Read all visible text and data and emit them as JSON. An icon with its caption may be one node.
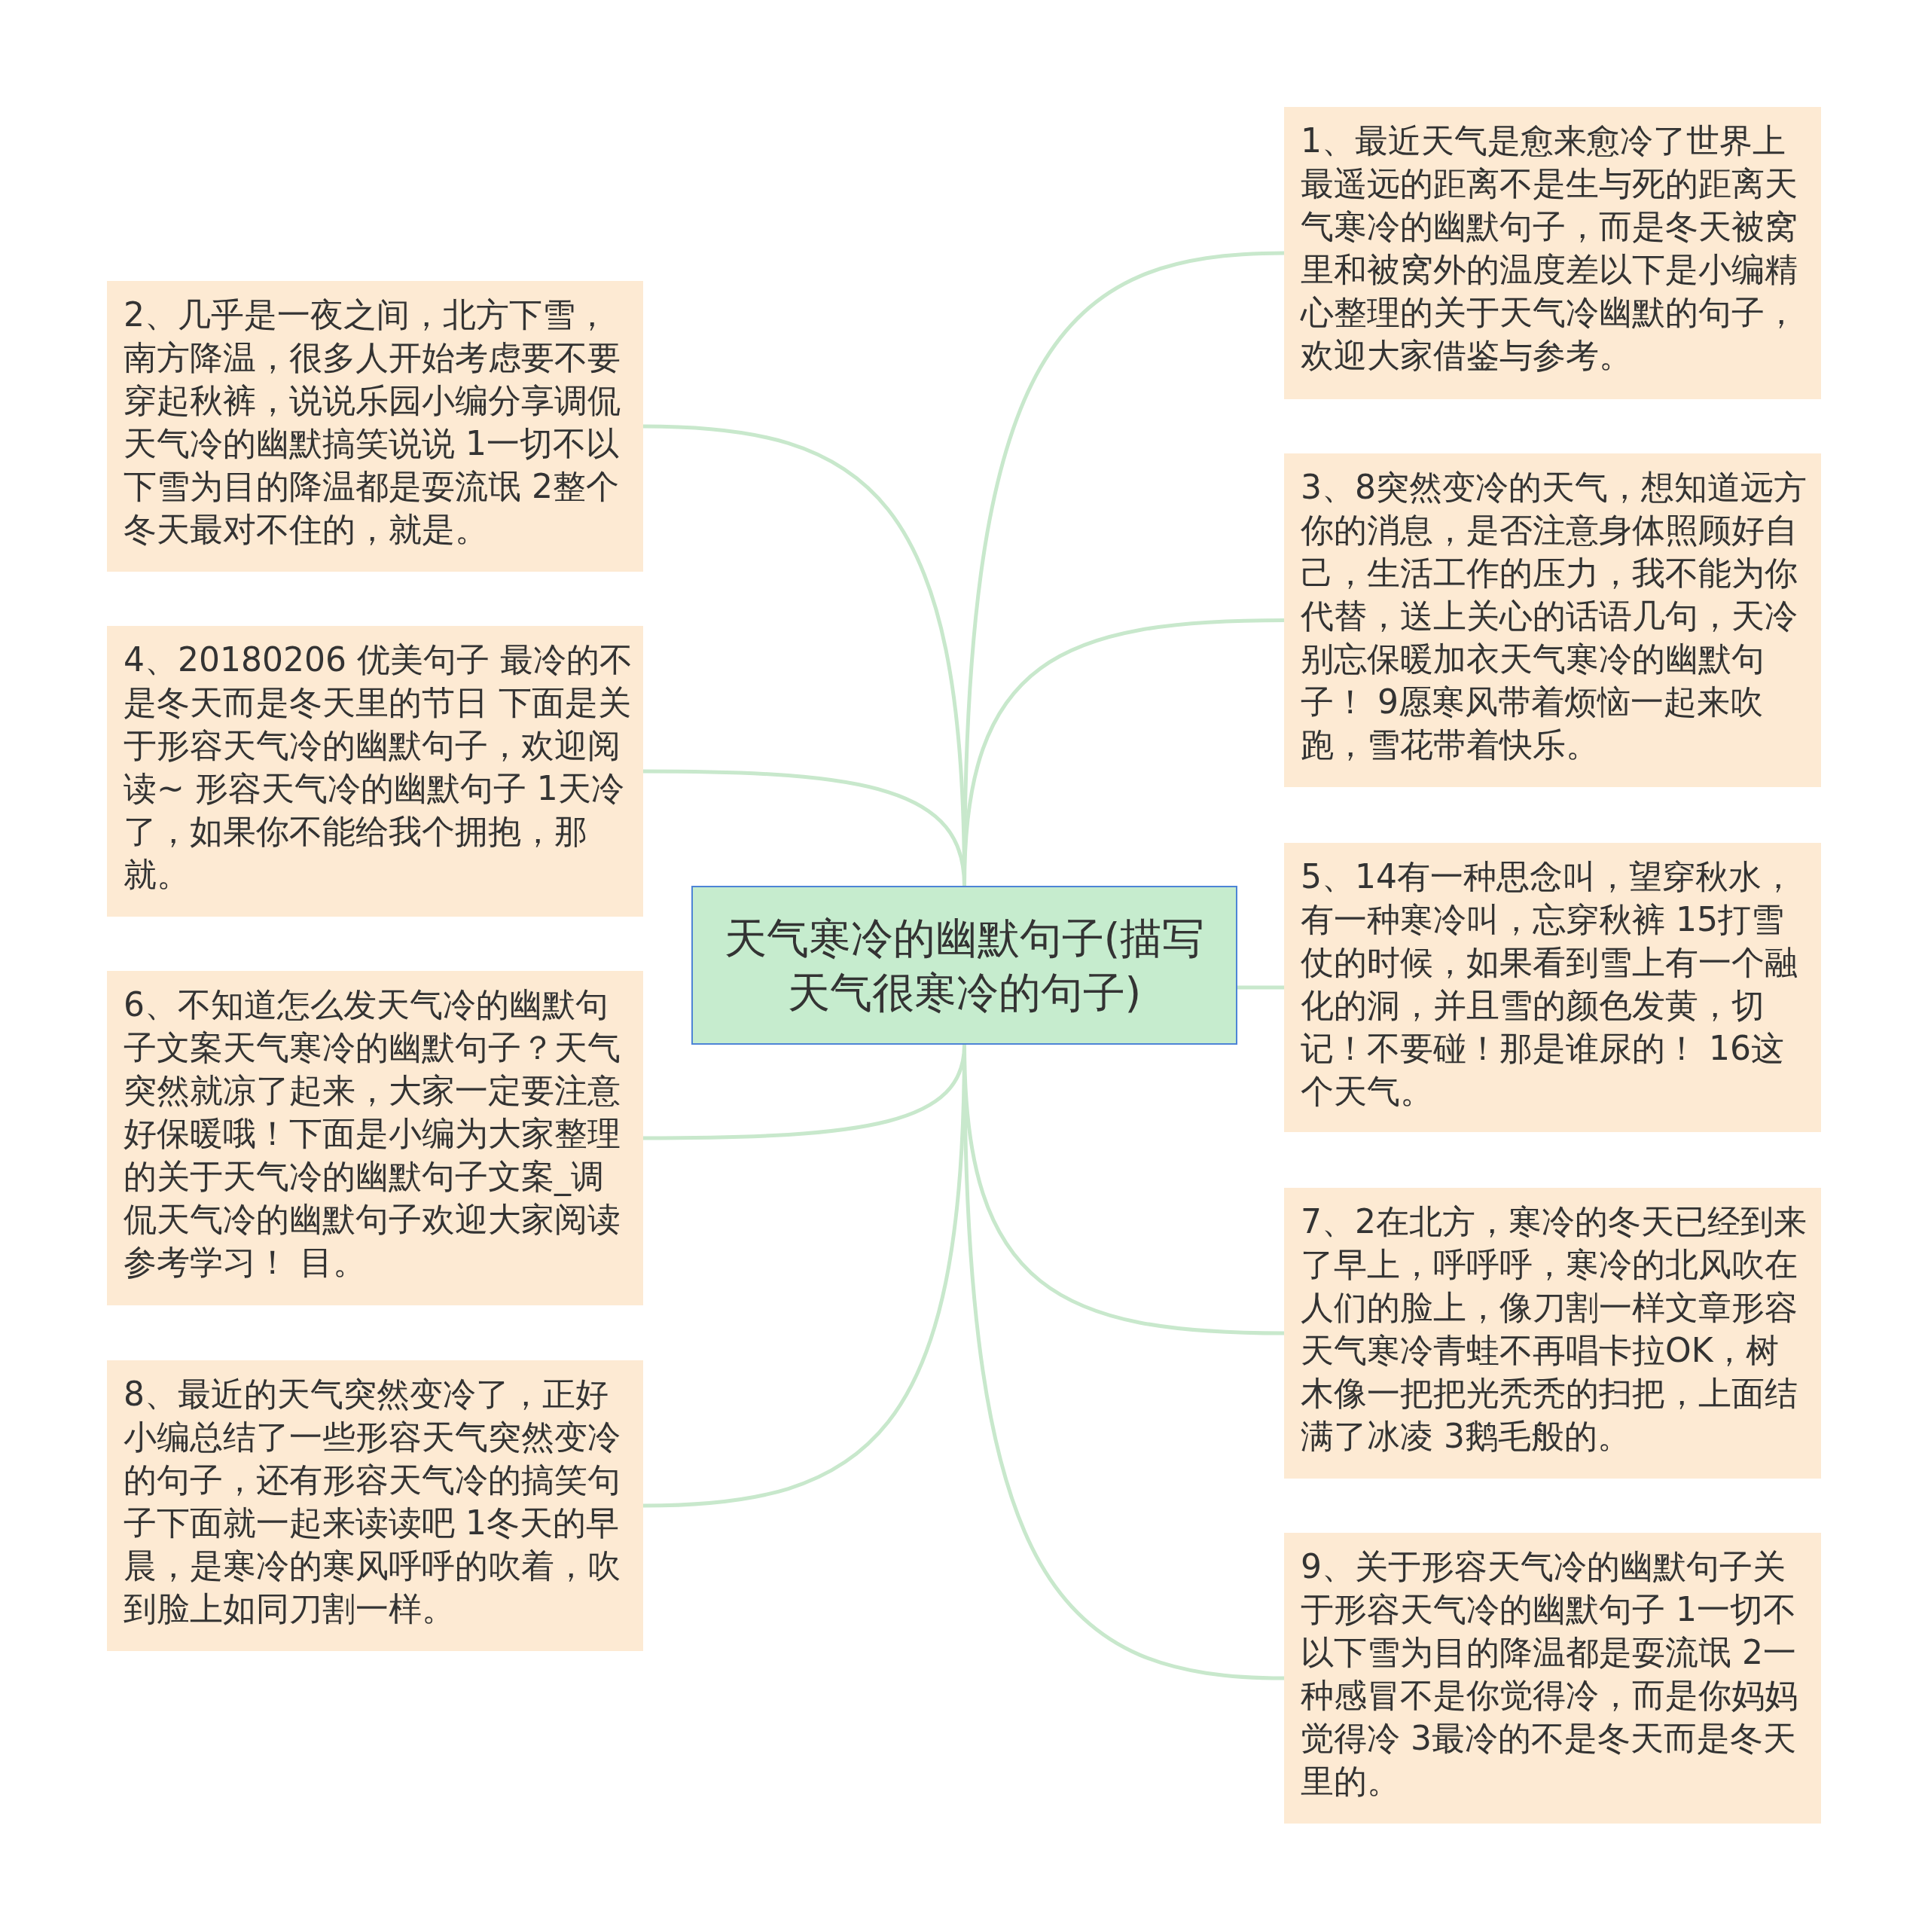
{
  "diagram": {
    "nodes": [
      {
        "text": [
          "天气寒冷的幽默句子(描写天气很寒冷的句子)"
        ]
      },
      {
        "text": [
          "1、最近天气是愈来愈冷了世界上最遥远的距离不是生与死的距离天气寒冷的幽默句子，而是冬天被窝里和被窝外的温度差以下是小编精心整理的关于天气冷幽默的句子，欢迎大家借鉴与参考。"
        ]
      },
      {
        "text": [
          "2、几乎是一夜之间，北方下雪，南方降温，很多人开始考虑要不要穿起秋裤，说说乐园小编分享调侃天气冷的幽默搞笑说说 1一切不以下雪为目的降温都是耍流氓 2整个冬天最对不住的，就是。"
        ]
      },
      {
        "text": [
          "3、8突然变冷的天气，想知道远方你的消息，是否注意身体照顾好自己，生活工作的压力，我不能为你代替，送上关心的话语几句，天冷别忘保暖加衣天气寒冷的幽默句子！ 9愿寒风带着烦恼一起来吹跑，雪花带着快乐。"
        ]
      },
      {
        "text": [
          "4、20180206 优美句子 最冷的不是冬天而是冬天里的节日 下面是关于形容天气冷的幽默句子，欢迎阅读~ 形容天气冷的幽默句子 1天冷了，如果你不能给我个拥抱，那就。"
        ]
      },
      {
        "text": [
          "5、14有一种思念叫，望穿秋水，有一种寒冷叫，忘穿秋裤 15打雪仗的时候，如果看到雪上有一个融化的洞，并且雪的颜色发黄，切记！不要碰！那是谁尿的！ 16这个天气。"
        ]
      },
      {
        "text": [
          "6、不知道怎么发天气冷的幽默句子文案天气寒冷的幽默句子？天气突然就凉了起来，大家一定要注意好保暖哦！下面是小编为大家整理的关于天气冷的幽默句子文案_调侃天气冷的幽默句子欢迎大家阅读参考学习！ 目。"
        ]
      },
      {
        "text": [
          "7、2在北方，寒冷的冬天已经到来了早上，呼呼呼，寒冷的北风吹在人们的脸上，像刀割一样文章形容天气寒冷青蛙不再唱卡拉OK，树木像一把把光秃秃的扫把，上面结满了冰凌 3鹅毛般的。"
        ]
      },
      {
        "text": [
          "8、最近的天气突然变冷了，正好小编总结了一些形容天气突然变冷的句子，还有形容天气冷的搞笑句子下面就一起来读读吧 1冬天的早晨，是寒冷的寒风呼呼的吹着，吹到脸上如同刀割一样。"
        ]
      },
      {
        "text": [
          "9、关于形容天气冷的幽默句子关于形容天气冷的幽默句子 1一切不以下雪为目的降温都是耍流氓 2一种感冒不是你觉得冷，而是你妈妈觉得冷 3最冷的不是冬天而是冬天里的。"
        ]
      }
    ],
    "edges": [
      {
        "from": 0,
        "to": 1,
        "arrow": "none"
      },
      {
        "from": 0,
        "to": 2,
        "arrow": "none"
      },
      {
        "from": 0,
        "to": 3,
        "arrow": "none"
      },
      {
        "from": 0,
        "to": 4,
        "arrow": "none"
      },
      {
        "from": 0,
        "to": 5,
        "arrow": "none"
      },
      {
        "from": 0,
        "to": 6,
        "arrow": "none"
      },
      {
        "from": 0,
        "to": 7,
        "arrow": "none"
      },
      {
        "from": 0,
        "to": 8,
        "arrow": "none"
      },
      {
        "from": 0,
        "to": 9,
        "arrow": "none"
      }
    ]
  }
}
